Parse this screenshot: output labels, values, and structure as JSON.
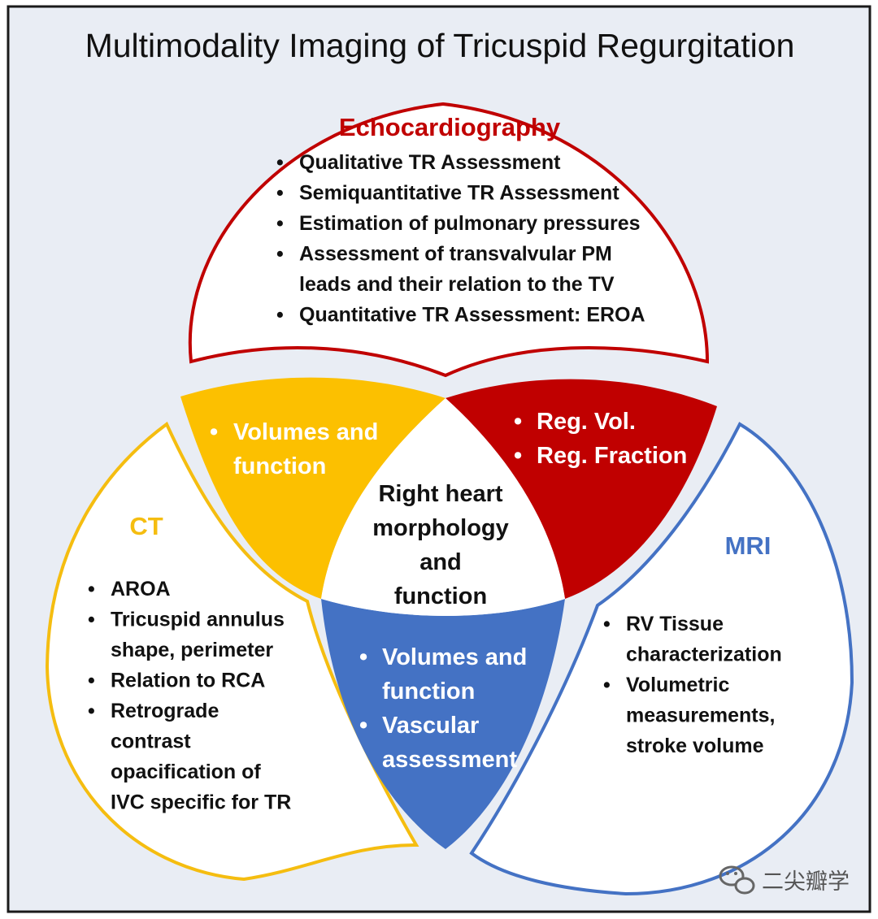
{
  "title": "Multimodality Imaging of Tricuspid Regurgitation",
  "colors": {
    "echo": "#c00000",
    "ct": "#f5bd10",
    "mri": "#4472c4",
    "panel_bg": "#e9edf4",
    "echo_ct_overlap": "#fcc000",
    "echo_mri_overlap": "#c00000",
    "ct_mri_overlap": "#4472c4"
  },
  "echo": {
    "heading": "Echocardiography",
    "items": [
      {
        "lines": [
          "Qualitative TR Assessment"
        ]
      },
      {
        "lines": [
          "Semiquantitative TR Assessment"
        ]
      },
      {
        "lines": [
          "Estimation of pulmonary pressures"
        ]
      },
      {
        "lines": [
          "Assessment of transvalvular PM",
          "leads and their relation to the TV"
        ]
      },
      {
        "lines": [
          "Quantitative TR Assessment: EROA"
        ]
      }
    ]
  },
  "ct": {
    "heading": "CT",
    "items": [
      {
        "lines": [
          "AROA"
        ]
      },
      {
        "lines": [
          "Tricuspid annulus",
          "shape, perimeter"
        ]
      },
      {
        "lines": [
          "Relation to RCA"
        ]
      },
      {
        "lines": [
          "Retrograde",
          "contrast",
          "opacification of",
          "IVC specific for TR"
        ]
      }
    ]
  },
  "mri": {
    "heading": "MRI",
    "items": [
      {
        "lines": [
          "RV Tissue",
          "characterization"
        ]
      },
      {
        "lines": [
          "Volumetric",
          "measurements,",
          "stroke volume"
        ]
      }
    ]
  },
  "echo_ct": {
    "items": [
      {
        "lines": [
          "Volumes and",
          "function"
        ]
      }
    ]
  },
  "echo_mri": {
    "items": [
      {
        "lines": [
          "Reg. Vol."
        ]
      },
      {
        "lines": [
          "Reg. Fraction"
        ]
      }
    ]
  },
  "ct_mri": {
    "items": [
      {
        "lines": [
          "Volumes and",
          "function"
        ]
      },
      {
        "lines": [
          "Vascular",
          "assessment"
        ]
      }
    ]
  },
  "center": {
    "lines": [
      "Right heart",
      "morphology",
      "and",
      "function"
    ]
  },
  "bullet_symbol": "•",
  "watermark": {
    "icon": "wechat-icon",
    "text": "二尖瓣学"
  }
}
